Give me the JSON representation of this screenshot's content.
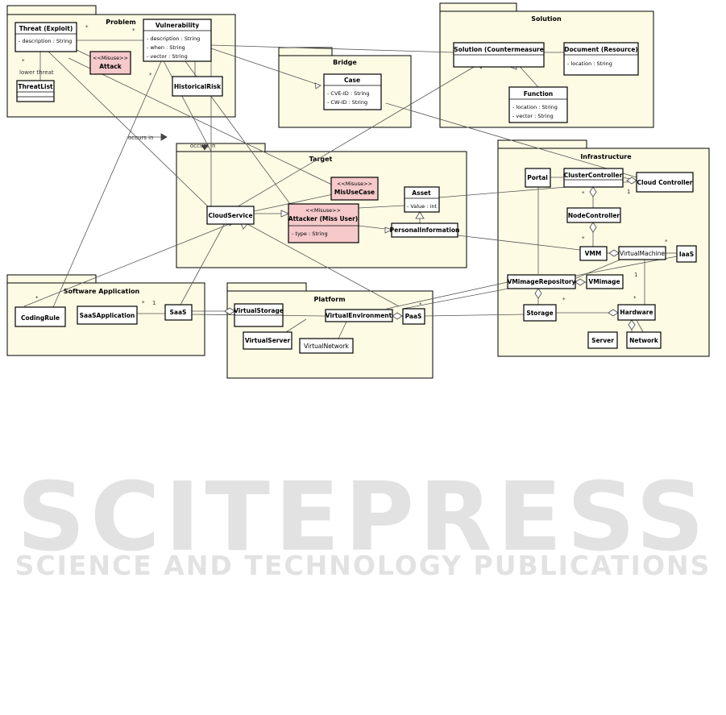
{
  "colors": {
    "package_fill": "#fdfbe4",
    "package_stroke": "#000000",
    "class_fill": "#ffffff",
    "misuse_fill": "#f6c9cb",
    "line": "#444444",
    "watermark": "#e2e2e2"
  },
  "watermark": {
    "title": "SCITEPRESS",
    "subtitle": "SCIENCE AND TECHNOLOGY PUBLICATIONS"
  },
  "packages": {
    "problem": "Problem",
    "bridge": "Bridge",
    "solution": "Solution",
    "target": "Target",
    "infrastructure": "Infrastructure",
    "software": "Software Application",
    "platform": "Platform"
  },
  "classes": {
    "threat": {
      "name": "Threat (Exploit)",
      "attrs": [
        "- description : String"
      ]
    },
    "vulnerability": {
      "name": "Vulnerability",
      "attrs": [
        "- description : String",
        "- when : String",
        "- vector : String"
      ]
    },
    "attack": {
      "stereo": "<<Misuse>>",
      "name": "Attack"
    },
    "threatlist": {
      "name": "ThreatList"
    },
    "historicalrisk": {
      "name": "HistoricalRisk"
    },
    "case": {
      "name": "Case",
      "attrs": [
        "- CVE-ID : String",
        "- CW-ID : String"
      ]
    },
    "solution": {
      "name": "Solution (Countermeasure"
    },
    "document": {
      "name": "Document (Resource)",
      "attrs": [
        "- location : String"
      ]
    },
    "function": {
      "name": "Function",
      "attrs": [
        "- location : String",
        "- vector : String"
      ]
    },
    "misusecase": {
      "stereo": "<<Misuse>>",
      "name": "MisUseCase"
    },
    "cloudservice": {
      "name": "CloudService"
    },
    "attacker": {
      "stereo": "<<Misuse>>",
      "name": "Attacker (Miss User)",
      "attrs": [
        "- type : String"
      ]
    },
    "asset": {
      "name": "Asset",
      "attrs": [
        "- Value : int"
      ]
    },
    "personalinfo": {
      "name": "PersonalInformation"
    },
    "portal": {
      "name": "Portal"
    },
    "clustercontroller": {
      "name": "ClusterController"
    },
    "cloudcontroller": {
      "name": "Cloud Controller"
    },
    "nodecontroller": {
      "name": "NodeController"
    },
    "vmm": {
      "name": "VMM"
    },
    "virtualmachine": {
      "name": "VirtualMachine"
    },
    "iaas": {
      "name": "IaaS"
    },
    "vmimagerepository": {
      "name": "VMimageRepository"
    },
    "vmimage": {
      "name": "VMimage"
    },
    "storage": {
      "name": "Storage"
    },
    "hardware": {
      "name": "Hardware"
    },
    "server": {
      "name": "Server"
    },
    "network": {
      "name": "Network"
    },
    "codingrule": {
      "name": "CodingRule"
    },
    "saasapplication": {
      "name": "SaaSApplication"
    },
    "saas": {
      "name": "SaaS"
    },
    "virtualstorage": {
      "name": "VirtualStorage"
    },
    "virtualserver": {
      "name": "VirtualServer"
    },
    "virtualenvironment": {
      "name": "VirtualEnvironment"
    },
    "virtualnetwork": {
      "name": "VirtualNetwork"
    },
    "paas": {
      "name": "PaaS"
    }
  },
  "labels": {
    "lower_threat": "lower threat",
    "occurs_in": "occurs in",
    "occurs_in_2": "occurs in",
    "star": "*",
    "one": "1"
  }
}
